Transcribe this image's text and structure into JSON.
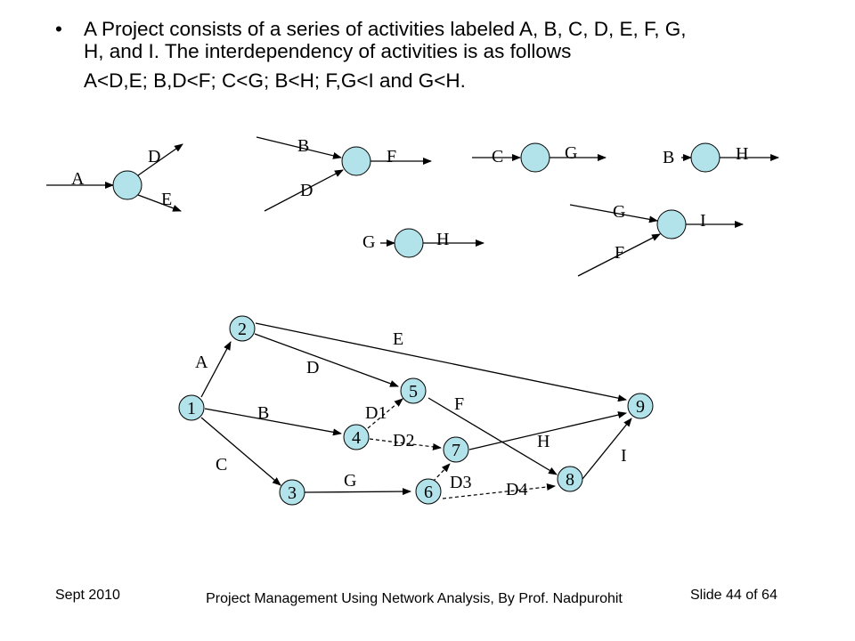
{
  "bullet": {
    "line1": "A Project consists of a series of activities labeled A, B, C, D, E, F, G,",
    "line2": "H, and I. The interdependency of activities is as follows",
    "line3": "A<D,E; B,D<F; C<G; B<H; F,G<I and G<H."
  },
  "precedence": {
    "a": {
      "in": "A",
      "out1": "D",
      "out2": "E"
    },
    "b": {
      "in1": "B",
      "in2": "D",
      "out": "F"
    },
    "c": {
      "in": "C",
      "out": "G"
    },
    "d": {
      "in": "B",
      "out": "H"
    },
    "e": {
      "in": "G",
      "out": "H"
    },
    "f": {
      "in1": "G",
      "in2": "F",
      "out": "I"
    }
  },
  "network": {
    "nodes": [
      "1",
      "2",
      "3",
      "4",
      "5",
      "6",
      "7",
      "8",
      "9"
    ],
    "activities": {
      "A": "A",
      "B": "B",
      "C": "C",
      "D": "D",
      "E": "E",
      "F": "F",
      "G": "G",
      "H": "H",
      "I": "I"
    },
    "dummies": {
      "D1": "D1",
      "D2": "D2",
      "D3": "D3",
      "D4": "D4"
    }
  },
  "footer": {
    "date": "Sept 2010",
    "title": "Project Management Using Network Analysis, By Prof. Nadpurohit",
    "slide": "Slide 44 of 64"
  },
  "colors": {
    "node_fill": "#b3e3ea",
    "stroke": "#000000"
  }
}
